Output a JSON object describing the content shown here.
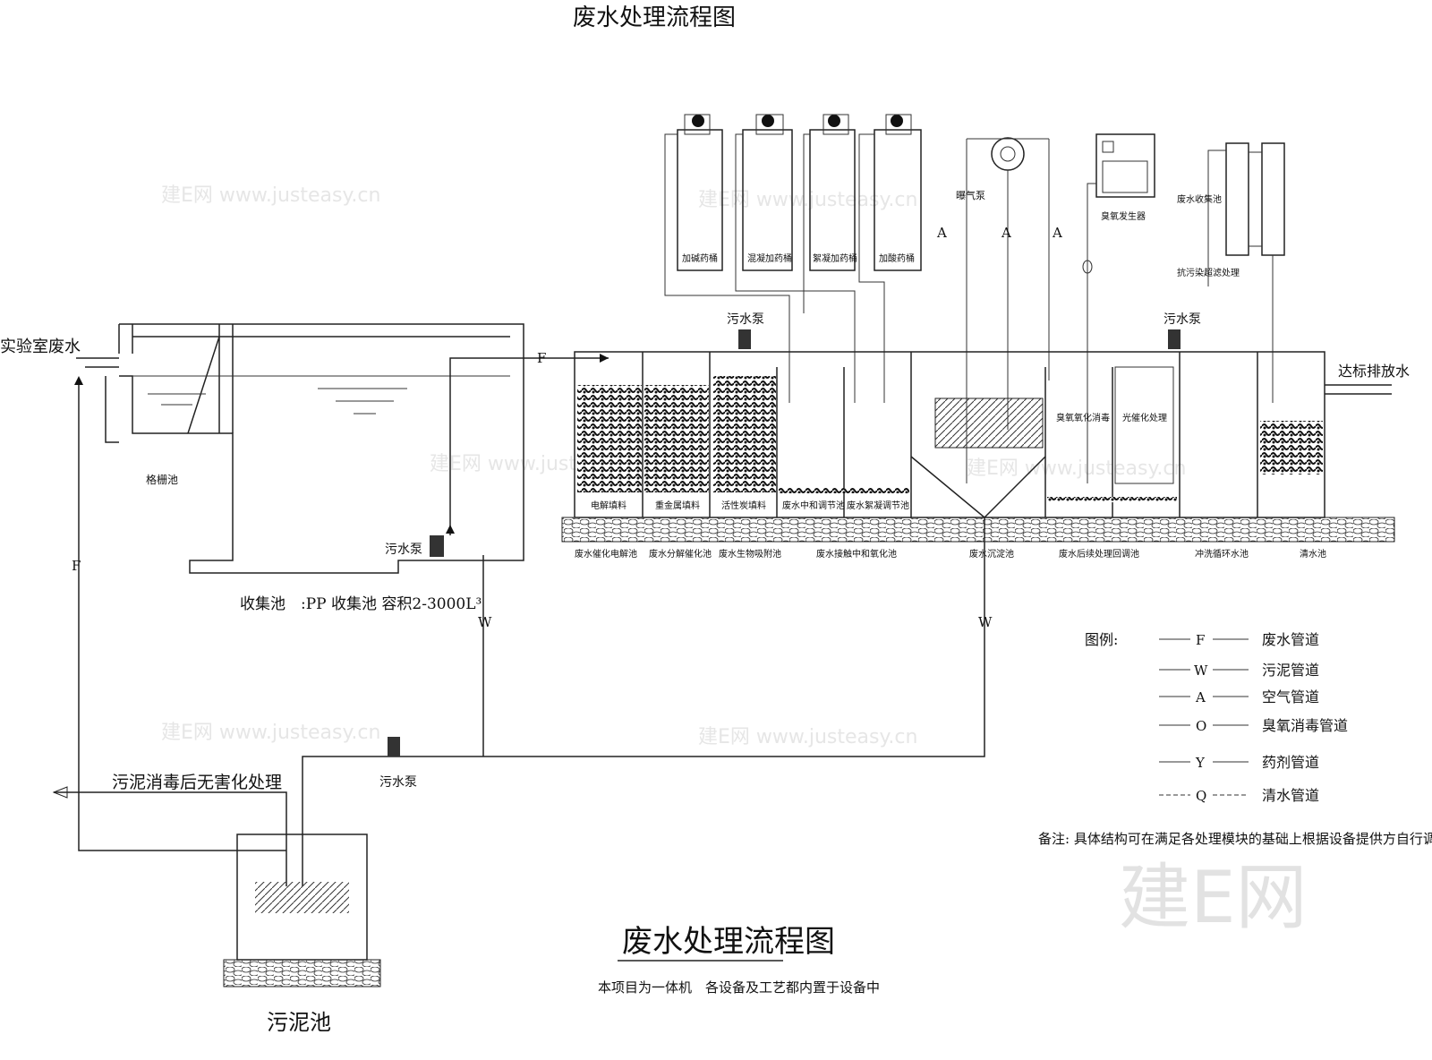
{
  "title_top": "废水处理流程图",
  "title_bottom": "废水处理流程图",
  "subtitle": "本项目为一体机　各设备及工艺都内置于设备中",
  "inlet_label": "实验室废水",
  "outlet_label": "达标排放水",
  "grid_tank_label": "格栅池",
  "pump_label": "污水泵",
  "collection_label": "收集池　:PP 收集池  容积2-3000L³",
  "sludge_treatment_label": "污泥消毒后无害化处理",
  "sludge_tank_label": "污泥池",
  "dosing_tanks": [
    "加碱药桶",
    "混凝加药桶",
    "絮凝加药桶",
    "加酸药桶"
  ],
  "aeration_pump_label": "曝气泵",
  "ozone_generator_label": "臭氧发生器",
  "waste_collection_label": "废水收集池",
  "uf_label": "抗污染超滤处理",
  "fill_labels": [
    "电解填料",
    "重金属填料",
    "活性炭填料",
    "废水中和调节池",
    "废水絮凝调节池",
    "臭氧氧化消毒",
    "光催化处理"
  ],
  "pool_labels": [
    "废水催化电解池",
    "废水分解催化池",
    "废水生物吸附池",
    "废水接触中和氧化池",
    "废水沉淀池",
    "废水后续处理回调池",
    "冲洗循环水池",
    "清水池"
  ],
  "pipe_letters": {
    "F": "F",
    "W": "W",
    "A": "A",
    "O": "O"
  },
  "legend": {
    "title": "图例:",
    "items": [
      {
        "code": "F",
        "label": "废水管道",
        "style": "solid"
      },
      {
        "code": "W",
        "label": "污泥管道",
        "style": "solid"
      },
      {
        "code": "A",
        "label": "空气管道",
        "style": "solid"
      },
      {
        "code": "O",
        "label": "臭氧消毒管道",
        "style": "solid"
      },
      {
        "code": "Y",
        "label": "药剂管道",
        "style": "solid"
      },
      {
        "code": "Q",
        "label": "清水管道",
        "style": "dashed"
      }
    ]
  },
  "note": "备注: 具体结构可在满足各处理模块的基础上根据设备提供方自行调整",
  "watermark": "建E网 www.justeasy.cn",
  "logo": "建E网"
}
